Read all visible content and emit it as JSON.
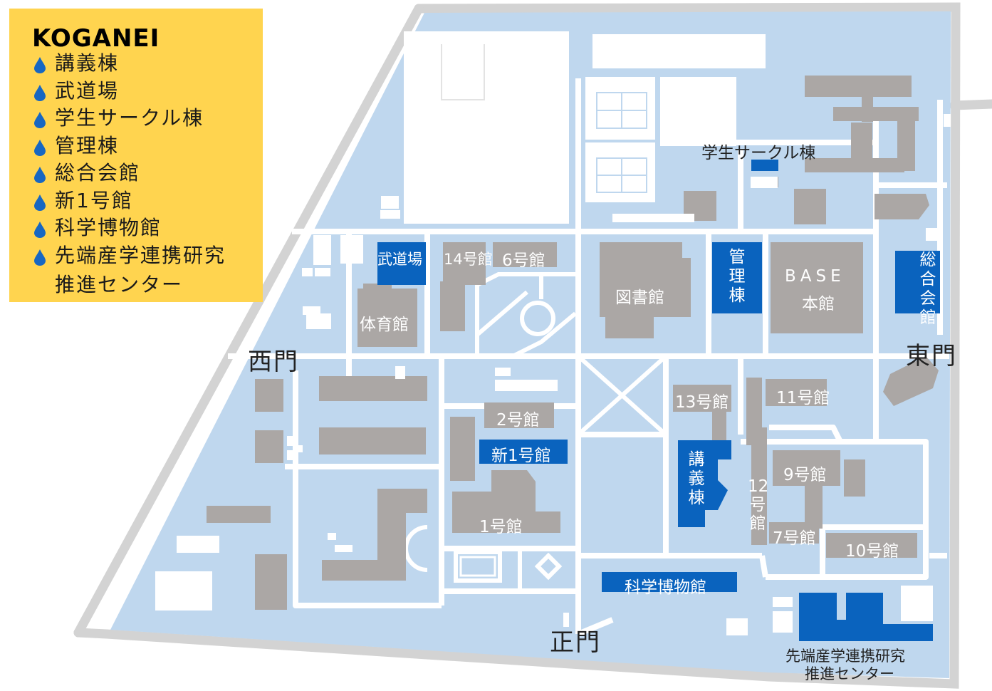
{
  "legend": {
    "title": "KOGANEI",
    "items": [
      "講義棟",
      "武道場",
      "学生サークル棟",
      "管理棟",
      "総合会館",
      "新1号館",
      "科学博物館",
      "先端産学連携研究"
    ],
    "continuation": "推進センター",
    "icon": "water-drop-icon"
  },
  "gates": {
    "west": "西門",
    "east": "東門",
    "main": "正門"
  },
  "highlighted": {
    "budojo": "武道場",
    "circle": "学生サークル棟",
    "kanri": "管理棟",
    "sogo": "総合会館",
    "shin1": "新1号館",
    "kogi": "講義棟",
    "kagaku": "科学博物館",
    "sentan1": "先端産学連携研究",
    "sentan2": "推進センター"
  },
  "buildings": {
    "gym": "体育館",
    "b14": "14号館",
    "b6": "6号館",
    "library": "図書館",
    "base1": "BASE",
    "base2": "本館",
    "b2": "2号館",
    "b1": "1号館",
    "b13": "13号館",
    "b11": "11号館",
    "b9": "9号館",
    "b12": "12号館",
    "b7": "7号館",
    "b10": "10号館"
  },
  "colors": {
    "campus": "#BFD7EE",
    "road": "#FFFFFF",
    "outer_road": "#D3D3D3",
    "building": "#ABA7A5",
    "highlight": "#0A63BE",
    "legend_bg": "#FFD44F",
    "drop": "#1767C2"
  }
}
